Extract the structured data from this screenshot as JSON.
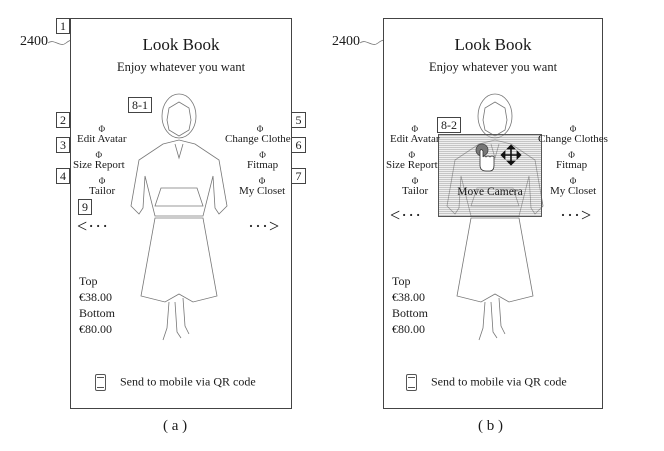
{
  "figure_ref": "2400",
  "panels": [
    {
      "id": "a",
      "caption": "( a )",
      "title": "Look Book",
      "subtitle": "Enjoy whatever you want",
      "avatar_ref": "8-1",
      "left_menu": [
        {
          "ref": "2",
          "icon": "power-circle-icon",
          "icon_glyph": "Φ",
          "label": "Edit Avatar"
        },
        {
          "ref": "3",
          "icon": "power-circle-icon",
          "icon_glyph": "Φ",
          "label": "Size Report"
        },
        {
          "ref": "4",
          "icon": "power-circle-icon",
          "icon_glyph": "Φ",
          "label": "Tailor"
        }
      ],
      "right_menu": [
        {
          "ref": "5",
          "icon": "power-circle-icon",
          "icon_glyph": "Φ",
          "label": "Change Clothes"
        },
        {
          "ref": "6",
          "icon": "power-circle-icon",
          "icon_glyph": "Φ",
          "label": "Fitmap"
        },
        {
          "ref": "7",
          "icon": "power-circle-icon",
          "icon_glyph": "Φ",
          "label": "My Closet"
        }
      ],
      "frame_ref": "1",
      "nav_ref": "9",
      "nav_prev": "<···",
      "nav_next": "···>",
      "prices": {
        "top_label": "Top",
        "top_price": "€38.00",
        "bottom_label": "Bottom",
        "bottom_price": "€80.00"
      },
      "qr_text": "Send to mobile via QR code"
    },
    {
      "id": "b",
      "caption": "( b )",
      "title": "Look Book",
      "subtitle": "Enjoy whatever you want",
      "avatar_ref": "8-2",
      "overlay_label": "Move Camera",
      "left_menu": [
        {
          "icon": "power-circle-icon",
          "icon_glyph": "Φ",
          "label": "Edit Avatar"
        },
        {
          "icon": "power-circle-icon",
          "icon_glyph": "Φ",
          "label": "Size Report"
        },
        {
          "icon": "power-circle-icon",
          "icon_glyph": "Φ",
          "label": "Tailor"
        }
      ],
      "right_menu": [
        {
          "icon": "power-circle-icon",
          "icon_glyph": "Φ",
          "label": "Change Clothes"
        },
        {
          "icon": "power-circle-icon",
          "icon_glyph": "Φ",
          "label": "Fitmap"
        },
        {
          "icon": "power-circle-icon",
          "icon_glyph": "Φ",
          "label": "My Closet"
        }
      ],
      "nav_prev": "<···",
      "nav_next": "···>",
      "prices": {
        "top_label": "Top",
        "top_price": "€38.00",
        "bottom_label": "Bottom",
        "bottom_price": "€80.00"
      },
      "qr_text": "Send to mobile via QR code"
    }
  ]
}
